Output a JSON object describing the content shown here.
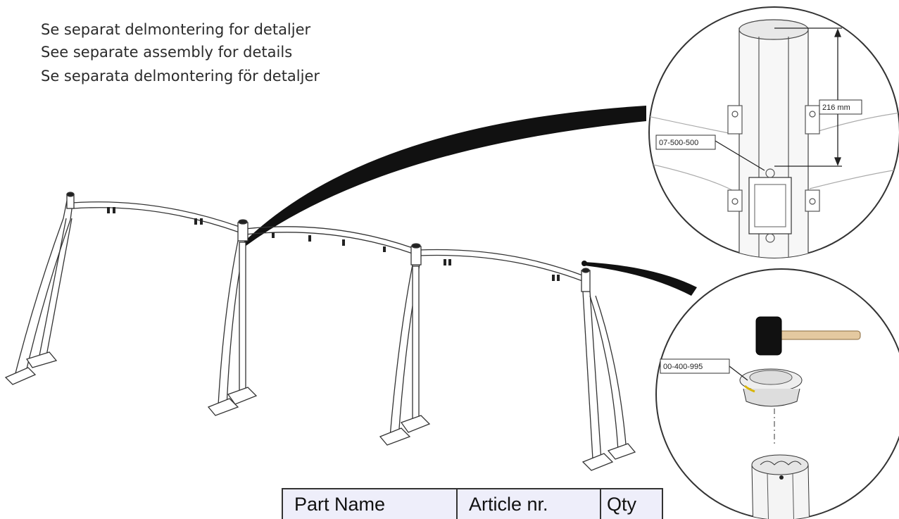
{
  "instructions": [
    "Se separat delmontering for detaljer",
    "See separate assembly for details",
    "Se separata delmontering för detaljer"
  ],
  "detail_top": {
    "dimension_label": "216 mm",
    "part_label": "07-500-500"
  },
  "detail_bottom": {
    "part_label": "00-400-995"
  },
  "parts_table": {
    "headers": [
      "Part Name",
      "Article nr.",
      "Qty"
    ]
  },
  "colors": {
    "line": "#333333",
    "table_header_bg": "#eeeefa",
    "hammer_head": "#111111",
    "hammer_handle": "#e4c9a0"
  }
}
